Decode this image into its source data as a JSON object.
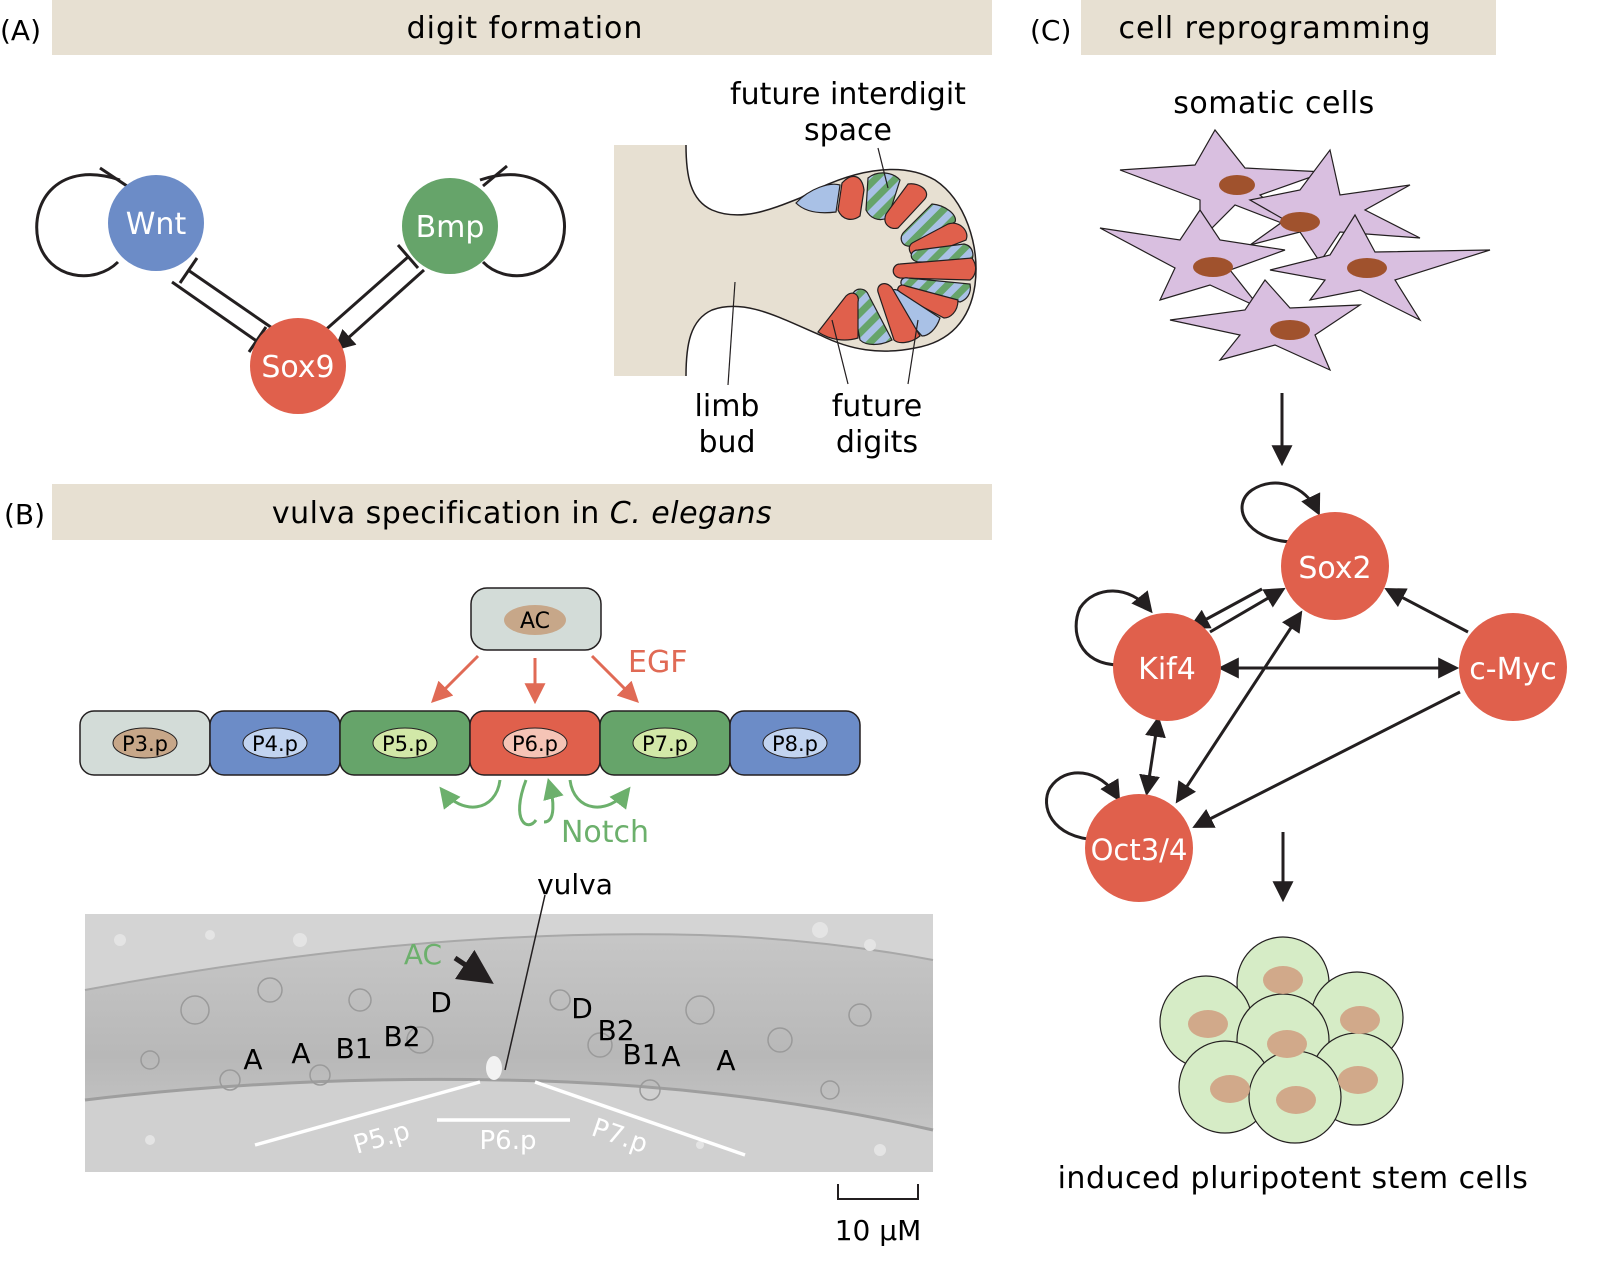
{
  "panelA": {
    "letter": "(A)",
    "title": "digit formation",
    "nodes": {
      "wnt": "Wnt",
      "bmp": "Bmp",
      "sox9": "Sox9"
    },
    "labels": {
      "interdigit_line1": "future interdigit",
      "interdigit_line2": "space",
      "limb_line1": "limb",
      "limb_line2": "bud",
      "digits_line1": "future",
      "digits_line2": "digits"
    }
  },
  "panelB": {
    "letter": "(B)",
    "title_prefix": "vulva specification in ",
    "title_italic": "C. elegans",
    "anchor_cell": "AC",
    "egf": "EGF",
    "notch": "Notch",
    "cells": [
      "P3.p",
      "P4.p",
      "P5.p",
      "P6.p",
      "P7.p",
      "P8.p"
    ],
    "micro": {
      "vulva": "vulva",
      "ac": "AC",
      "left_labels": [
        "A",
        "A",
        "B1",
        "B2",
        "D"
      ],
      "right_labels": [
        "D",
        "B2",
        "B1",
        "A",
        "A"
      ],
      "lines": [
        "P5.p",
        "P6.p",
        "P7.p"
      ],
      "scale": "10 μM"
    }
  },
  "panelC": {
    "letter": "(C)",
    "title": "cell reprogramming",
    "top_label": "somatic cells",
    "bottom_label": "induced pluripotent stem cells",
    "nodes": {
      "sox2": "Sox2",
      "kif4": "Kif4",
      "cmyc": "c-Myc",
      "oct": "Oct3/4"
    }
  },
  "colors": {
    "banner": "#e7e0d2",
    "blue": "#6c8cc7",
    "green": "#66a46a",
    "red": "#e0604c",
    "tissue": "#e7e0d2",
    "egf": "#e06a55",
    "notch": "#6cb06c",
    "somatic": "#d9bfe0",
    "nucleus": "#a0522d",
    "ips": "#d6ecc6"
  }
}
